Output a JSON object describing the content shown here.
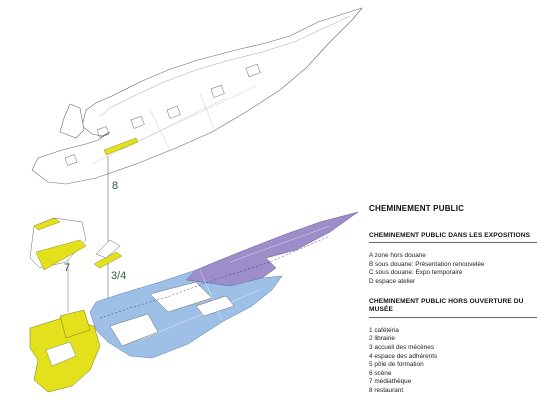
{
  "diagram": {
    "colors": {
      "yellow": "#e3e11c",
      "blue": "#9fc0e6",
      "purple": "#9d8dc9",
      "line": "#6b6b6b",
      "label": "#2f5a3a"
    },
    "floor_labels": [
      "8",
      "7",
      "3/4"
    ]
  },
  "legend": {
    "title": "CHEMINEMENT PUBLIC",
    "section1": {
      "heading": "CHEMINEMENT PUBLIC DANS LES EXPOSITIONS",
      "items": [
        "A zone hors douane",
        "B sous douane: Présentation renouvelée",
        "C sous douane: Expo temporaire",
        "D espace atelier"
      ]
    },
    "section2": {
      "heading": "CHEMINEMENT PUBLIC HORS OUVERTURE DU MUSÉE",
      "items": [
        "1  cafétéria",
        "2  librairie",
        "3  accueil des mécènes",
        "4 espace des adhérents",
        "5 pôle de formation",
        "6 scène",
        "7 médiathèque",
        "8 restaurant"
      ]
    }
  }
}
